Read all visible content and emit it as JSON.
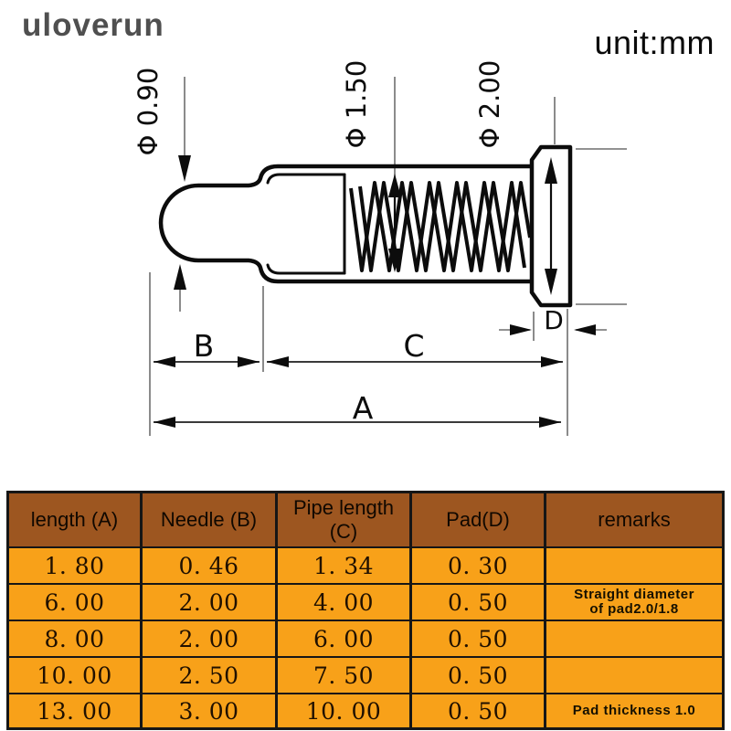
{
  "watermark": {
    "text": "uloverun"
  },
  "header": {
    "unit_label": "unit:mm"
  },
  "drawing": {
    "dims": {
      "tip_diameter": "Φ 0.90",
      "spring_diameter": "Φ 1.50",
      "pad_diameter": "Φ 2.00",
      "needle_label": "B",
      "pipe_label": "C",
      "pad_label": "D",
      "total_length_label": "A"
    }
  },
  "table": {
    "headers": [
      "length (A)",
      "Needle (B)",
      "Pipe length (C)",
      "Pad(D)",
      "remarks"
    ],
    "rows": [
      {
        "a": "1. 80",
        "b": "0. 46",
        "c": "1. 34",
        "d": "0. 30",
        "remark1": "",
        "remark2": ""
      },
      {
        "a": "6. 00",
        "b": "2. 00",
        "c": "4. 00",
        "d": "0. 50",
        "remark1": "Straight diameter",
        "remark2": "of pad2.0/1.8"
      },
      {
        "a": "8. 00",
        "b": "2. 00",
        "c": "6. 00",
        "d": "0. 50",
        "remark1": "",
        "remark2": ""
      },
      {
        "a": "10. 00",
        "b": "2. 50",
        "c": "7. 50",
        "d": "0. 50",
        "remark1": "",
        "remark2": ""
      },
      {
        "a": "13. 00",
        "b": "3. 00",
        "c": "10. 00",
        "d": "0. 50",
        "remark1": "Pad thickness 1.0",
        "remark2": ""
      }
    ],
    "colors": {
      "header_bg": "#9d5620",
      "row_bg": "#f8a119",
      "border": "#161616"
    }
  }
}
